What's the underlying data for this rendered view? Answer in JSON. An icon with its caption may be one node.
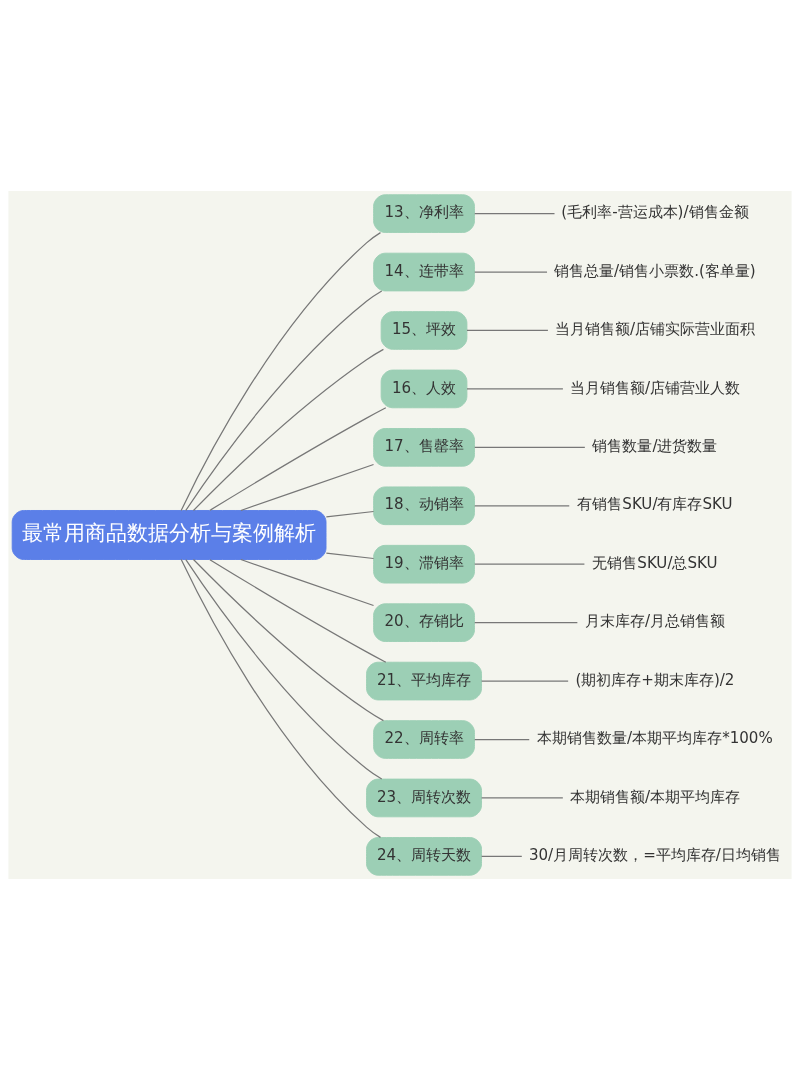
{
  "diagram": {
    "nodes": [
      {
        "text": [
          "最常用商品数据分析与案例解析"
        ]
      },
      {
        "text": [
          "13、净利率"
        ]
      },
      {
        "text": [
          "14、连带率"
        ]
      },
      {
        "text": [
          "15、坪效"
        ]
      },
      {
        "text": [
          "16、人效"
        ]
      },
      {
        "text": [
          "17、售罄率"
        ]
      },
      {
        "text": [
          "18、动销率"
        ]
      },
      {
        "text": [
          "19、滞销率"
        ]
      },
      {
        "text": [
          "20、存销比"
        ]
      },
      {
        "text": [
          "21、平均库存"
        ]
      },
      {
        "text": [
          "22、周转率"
        ]
      },
      {
        "text": [
          "23、周转次数"
        ]
      },
      {
        "text": [
          "24、周转天数"
        ]
      },
      {
        "text": [
          "(毛利率-营运成本)/销售金额"
        ]
      },
      {
        "text": [
          "销售总量/销售小票数.(客单量)"
        ]
      },
      {
        "text": [
          "当月销售额/店铺实际营业面积"
        ]
      },
      {
        "text": [
          "当月销售额/店铺营业人数"
        ]
      },
      {
        "text": [
          "销售数量/进货数量"
        ]
      },
      {
        "text": [
          "有销售SKU/有库存SKU"
        ]
      },
      {
        "text": [
          "无销售SKU/总SKU"
        ]
      },
      {
        "text": [
          "月末库存/月总销售额"
        ]
      },
      {
        "text": [
          "(期初库存+期末库存)/2"
        ]
      },
      {
        "text": [
          "本期销售数量/本期平均库存*100%"
        ]
      },
      {
        "text": [
          "本期销售额/本期平均库存"
        ]
      },
      {
        "text": [
          "30/月周转次数，=平均库存/日均销售"
        ]
      }
    ],
    "edges": [
      {
        "from": 0,
        "to": 1,
        "arrow": "none"
      },
      {
        "from": 0,
        "to": 2,
        "arrow": "none"
      },
      {
        "from": 0,
        "to": 3,
        "arrow": "none"
      },
      {
        "from": 0,
        "to": 4,
        "arrow": "none"
      },
      {
        "from": 0,
        "to": 5,
        "arrow": "none"
      },
      {
        "from": 0,
        "to": 6,
        "arrow": "none"
      },
      {
        "from": 0,
        "to": 7,
        "arrow": "none"
      },
      {
        "from": 0,
        "to": 8,
        "arrow": "none"
      },
      {
        "from": 0,
        "to": 9,
        "arrow": "none"
      },
      {
        "from": 0,
        "to": 10,
        "arrow": "none"
      },
      {
        "from": 0,
        "to": 11,
        "arrow": "none"
      },
      {
        "from": 0,
        "to": 12,
        "arrow": "none"
      },
      {
        "from": 1,
        "to": 13,
        "arrow": "none"
      },
      {
        "from": 2,
        "to": 14,
        "arrow": "none"
      },
      {
        "from": 3,
        "to": 15,
        "arrow": "none"
      },
      {
        "from": 4,
        "to": 16,
        "arrow": "none"
      },
      {
        "from": 5,
        "to": 17,
        "arrow": "none"
      },
      {
        "from": 6,
        "to": 18,
        "arrow": "none"
      },
      {
        "from": 7,
        "to": 19,
        "arrow": "none"
      },
      {
        "from": 8,
        "to": 20,
        "arrow": "none"
      },
      {
        "from": 9,
        "to": 21,
        "arrow": "none"
      },
      {
        "from": 10,
        "to": 22,
        "arrow": "none"
      },
      {
        "from": 11,
        "to": 23,
        "arrow": "none"
      },
      {
        "from": 12,
        "to": 24,
        "arrow": "none"
      }
    ]
  }
}
